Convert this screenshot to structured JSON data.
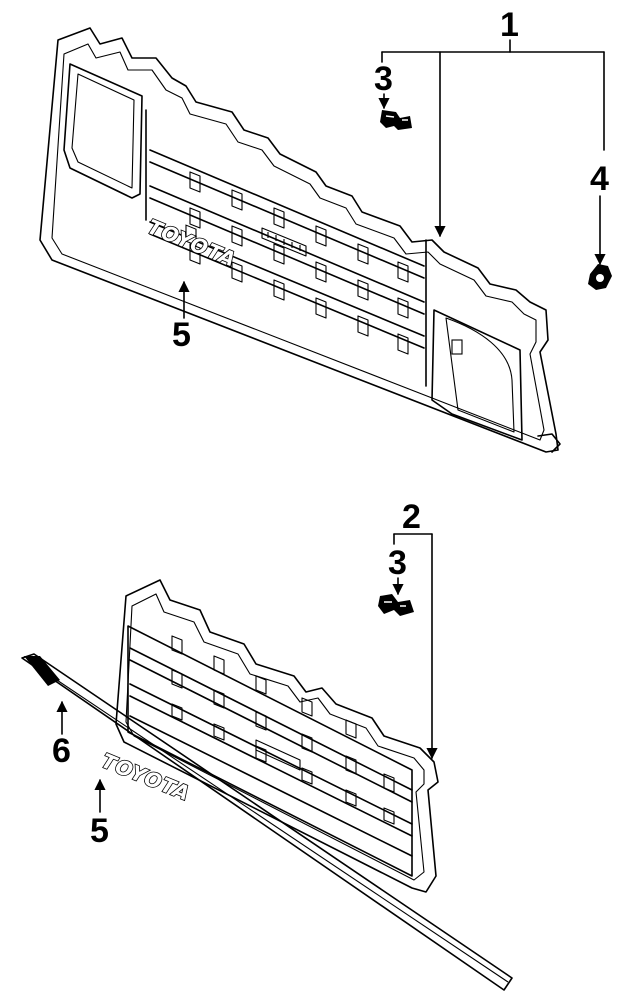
{
  "diagram": {
    "callouts": {
      "c1": "1",
      "c2": "2",
      "c3_top": "3",
      "c3_bottom": "3",
      "c4": "4",
      "c5_top": "5",
      "c5_bottom": "5",
      "c6": "6"
    },
    "emblem_top": "TOYOTA",
    "emblem_bottom": "TOYOTA"
  }
}
